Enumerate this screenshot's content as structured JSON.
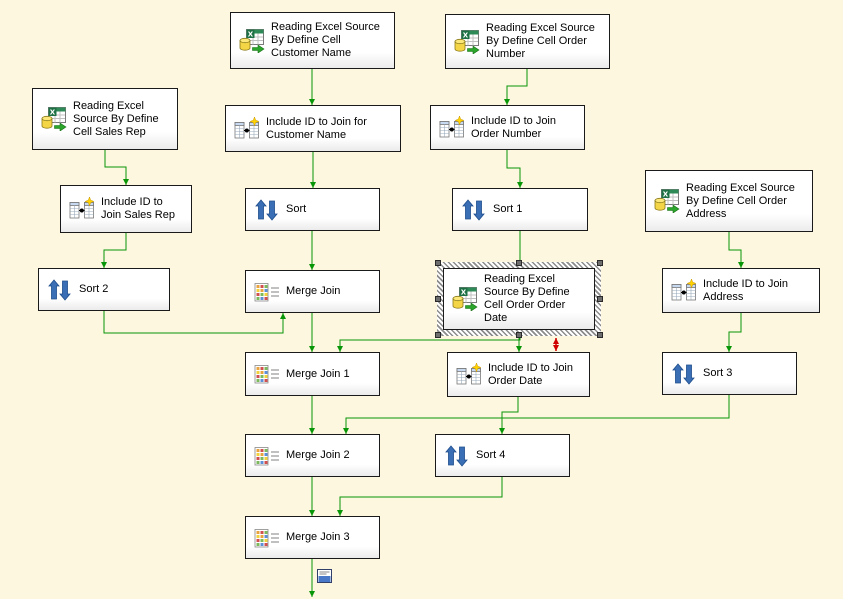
{
  "diagram": {
    "app_context": "data-flow designer canvas",
    "background_color": "#FCF7DE",
    "path_color": "#089608",
    "error_path_color": "#D00000",
    "icon_types": {
      "excel-source": "excel-worksheet-with-database-cylinder-and-green-arrow",
      "derived-column": "two-grids-with-connector-dot-and-yellow-sparkle",
      "sort": "blue-up-down-arrows",
      "merge-join": "colored-cell-grid-with-lines",
      "data-viewer": "small-window-grid-icon"
    },
    "nodes": [
      {
        "label": "Reading Excel Source By Define Cell Customer Name",
        "type": "excel-source",
        "selected": false
      },
      {
        "label": "Reading Excel Source By Define Cell Order Number",
        "type": "excel-source",
        "selected": false
      },
      {
        "label": "Reading Excel Source By Define Cell Sales Rep",
        "type": "excel-source",
        "selected": false
      },
      {
        "label": "Include ID to Join for Customer Name",
        "type": "derived-column",
        "selected": false
      },
      {
        "label": "Include ID to Join Order Number",
        "type": "derived-column",
        "selected": false
      },
      {
        "label": "Include ID to Join Sales Rep",
        "type": "derived-column",
        "selected": false
      },
      {
        "label": "Sort",
        "type": "sort",
        "selected": false
      },
      {
        "label": "Sort 1",
        "type": "sort",
        "selected": false
      },
      {
        "label": "Reading Excel Source By Define Cell Order Address",
        "type": "excel-source",
        "selected": false
      },
      {
        "label": "Sort 2",
        "type": "sort",
        "selected": false
      },
      {
        "label": "Merge Join",
        "type": "merge-join",
        "selected": false
      },
      {
        "label": "Reading Excel Source By Define Cell Order Order Date",
        "type": "excel-source",
        "selected": true
      },
      {
        "label": "Include ID to Join Address",
        "type": "derived-column",
        "selected": false
      },
      {
        "label": "Merge Join 1",
        "type": "merge-join",
        "selected": false
      },
      {
        "label": "Include ID to Join Order Date",
        "type": "derived-column",
        "selected": false
      },
      {
        "label": "Sort 3",
        "type": "sort",
        "selected": false
      },
      {
        "label": "Merge Join 2",
        "type": "merge-join",
        "selected": false
      },
      {
        "label": "Sort 4",
        "type": "sort",
        "selected": false
      },
      {
        "label": "Merge Join 3",
        "type": "merge-join",
        "selected": false
      }
    ],
    "edges": [
      {
        "from": "Reading Excel Source By Define Cell Customer Name",
        "to": "Include ID to Join for Customer Name",
        "kind": "normal"
      },
      {
        "from": "Reading Excel Source By Define Cell Order Number",
        "to": "Include ID to Join Order Number",
        "kind": "normal"
      },
      {
        "from": "Reading Excel Source By Define Cell Sales Rep",
        "to": "Include ID to Join Sales Rep",
        "kind": "normal"
      },
      {
        "from": "Include ID to Join for Customer Name",
        "to": "Sort",
        "kind": "normal"
      },
      {
        "from": "Include ID to Join Order Number",
        "to": "Sort 1",
        "kind": "normal"
      },
      {
        "from": "Include ID to Join Sales Rep",
        "to": "Sort 2",
        "kind": "normal"
      },
      {
        "from": "Sort",
        "to": "Merge Join",
        "kind": "normal"
      },
      {
        "from": "Sort 2",
        "to": "Merge Join",
        "kind": "normal"
      },
      {
        "from": "Merge Join",
        "to": "Merge Join 1",
        "kind": "normal"
      },
      {
        "from": "Sort 1",
        "to": "Merge Join 1",
        "kind": "normal"
      },
      {
        "from": "Reading Excel Source By Define Cell Order Address",
        "to": "Include ID to Join Address",
        "kind": "normal"
      },
      {
        "from": "Include ID to Join Address",
        "to": "Sort 3",
        "kind": "normal"
      },
      {
        "from": "Reading Excel Source By Define Cell Order Order Date",
        "to": "Include ID to Join Order Date",
        "kind": "normal"
      },
      {
        "from": "Reading Excel Source By Define Cell Order Order Date",
        "to": "Include ID to Join Order Date",
        "kind": "error"
      },
      {
        "from": "Sort 3",
        "to": "Merge Join 2",
        "kind": "normal"
      },
      {
        "from": "Merge Join 1",
        "to": "Merge Join 2",
        "kind": "normal"
      },
      {
        "from": "Include ID to Join Order Date",
        "to": "Sort 4",
        "kind": "normal"
      },
      {
        "from": "Merge Join 2",
        "to": "Merge Join 3",
        "kind": "normal"
      },
      {
        "from": "Sort 4",
        "to": "Merge Join 3",
        "kind": "normal"
      },
      {
        "from": "Merge Join 3",
        "to": "canvas-bottom-edge",
        "kind": "normal"
      }
    ],
    "floating_icon": {
      "name": "data-viewer",
      "position": "on output path below Merge Join 3"
    }
  }
}
